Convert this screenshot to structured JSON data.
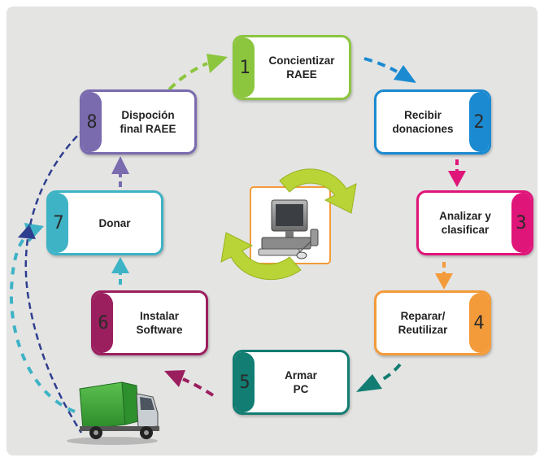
{
  "steps": [
    {
      "number": "1",
      "label": "Concientizar\nRAEE",
      "color": "#8cc63f"
    },
    {
      "number": "2",
      "label": "Recibir\ndonaciones",
      "color": "#1b8ad0"
    },
    {
      "number": "3",
      "label": "Analizar y\nclasificar",
      "color": "#e0157a"
    },
    {
      "number": "4",
      "label": "Reparar/\nReutilizar",
      "color": "#f39b3a"
    },
    {
      "number": "5",
      "label": "Armar\nPC",
      "color": "#127d72"
    },
    {
      "number": "6",
      "label": "Instalar\nSoftware",
      "color": "#9b1f5f"
    },
    {
      "number": "7",
      "label": "Donar",
      "color": "#3db3c5"
    },
    {
      "number": "8",
      "label": "Dispoción\nfinal RAEE",
      "color": "#7a6aae"
    }
  ],
  "colors": {
    "panel_background": "#e4e4e3",
    "return_path_dark": "#2e3e8f",
    "return_path_light": "#3db3c5",
    "recycle_arrows": "#b8d437",
    "truck_cargo": "#3fa83a"
  },
  "icons": {
    "center": "computer-recycle-icon",
    "vehicle": "delivery-truck-icon"
  }
}
